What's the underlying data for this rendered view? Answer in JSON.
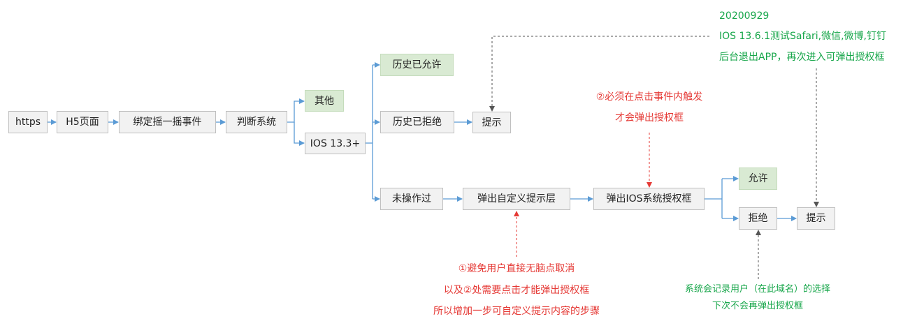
{
  "nodes": {
    "https": "https",
    "h5": "H5页面",
    "bind": "绑定摇一摇事件",
    "judge": "判断系统",
    "other": "其他",
    "ios133": "IOS 13.3+",
    "hist_allow": "历史已允许",
    "hist_deny": "历史已拒绝",
    "tip1": "提示",
    "not_operated": "未操作过",
    "custom_layer": "弹出自定义提示层",
    "ios_dialog": "弹出IOS系统授权框",
    "allow": "允许",
    "deny": "拒绝",
    "tip2": "提示"
  },
  "notes": {
    "test": {
      "date": "20200929",
      "line1": "IOS 13.6.1测试Safari,微信,微博,钉钉",
      "line2": "后台退出APP，再次进入可弹出授权框"
    },
    "must_click": {
      "line1": "②必须在点击事件内触发",
      "line2": "才会弹出授权框"
    },
    "avoid": {
      "line1": "①避免用户直接无脑点取消",
      "line2": "以及②处需要点击才能弹出授权框",
      "line3": "所以增加一步可自定义提示内容的步骤"
    },
    "record": {
      "line1": "系统会记录用户（在此域名）的选择",
      "line2": "下次不会再弹出授权框"
    }
  },
  "colors": {
    "connector": "#5b9bd5",
    "note_red": "#e53935",
    "note_green": "#17a64a",
    "highlight_fill": "#d9ead3"
  }
}
